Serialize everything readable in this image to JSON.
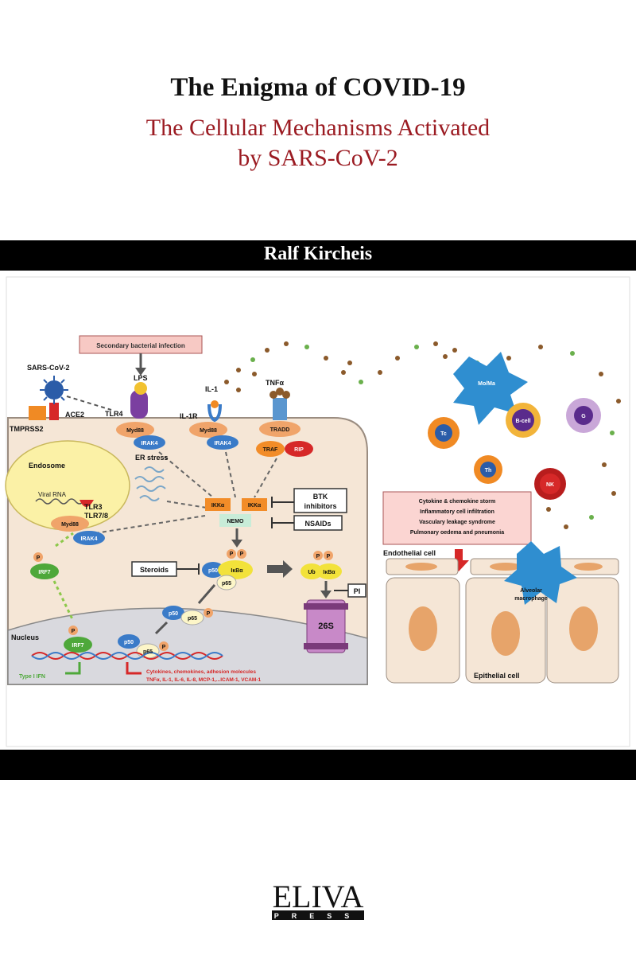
{
  "cover": {
    "title": "The Enigma of COVID-19",
    "subtitle_line1": "The Cellular Mechanisms Activated",
    "subtitle_line2": "by SARS-CoV-2",
    "author": "Ralf Kircheis"
  },
  "figure": {
    "secondary_infection": "Secondary bacterial infection",
    "sars_cov2": "SARS-CoV-2",
    "ace2": "ACE2",
    "tmprss2": "TMPRSS2",
    "lps": "LPS",
    "tlr4": "TLR4",
    "il1": "IL-1",
    "il1r": "IL-1R",
    "tnfa": "TNFα",
    "myd88": "Myd88",
    "irak4": "IRAK4",
    "tradd": "TRADD",
    "traf": "TRAF",
    "rip": "RIP",
    "endosome": "Endosome",
    "viral_rna": "Viral RNA",
    "tlr3": "TLR3",
    "tlr78": "TLR7/8",
    "er_stress": "ER stress",
    "ikka": "IKKα",
    "nemo": "NEMO",
    "btk_line1": "BTK",
    "btk_line2": "inhibitors",
    "nsaids": "NSAIDs",
    "steroids": "Steroids",
    "p50": "p50",
    "p65": "p65",
    "ikba": "IκBα",
    "p": "P",
    "ub": "Ub",
    "pi": "PI",
    "proteasome": "26S",
    "irf7": "IRF7",
    "nucleus": "Nucleus",
    "type1_ifn": "Type I IFN",
    "cytokines_line1": "Cytokines, chemokines, adhesion molecules",
    "cytokines_line2": "TNFα, IL-1, IL-6, IL-8, MCP-1,...ICAM-1, VCAM-1",
    "storm_lines": [
      "Cytokine & chemokine storm",
      "Inflammatory cell infiltration",
      "Vasculary leakage syndrome",
      "Pulmonary oedema and pneumonia"
    ],
    "endothelial_cell": "Endothelial cell",
    "epithelial_cell": "Epithelial cell",
    "alveolar_line1": "Alveolar",
    "alveolar_line2": "macrophage",
    "mo_ma": "Mo/Ma",
    "b_cell": "B-cell",
    "g": "G",
    "nk": "NK",
    "tc": "Tc",
    "th": "Th"
  },
  "publisher": {
    "logo_text": "ELIVA",
    "logo_subtext": "PRESS"
  },
  "colors": {
    "subtitle": "#9b1b22",
    "band": "#000000",
    "cell_bg": "#f5e6d6",
    "accent_red": "#d92b2b",
    "irak_blue": "#3a7bc8",
    "myd88_orange": "#f0a46a",
    "ikk_orange": "#f28c28",
    "dot_brown": "#8b5a2b",
    "dot_green": "#6ab04c"
  }
}
